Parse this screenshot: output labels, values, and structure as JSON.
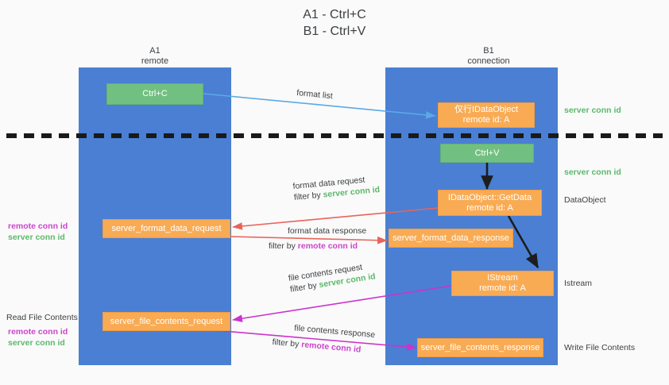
{
  "title": {
    "line1": "A1 - Ctrl+C",
    "line2": "B1 - Ctrl+V"
  },
  "columns": [
    {
      "name": "A1",
      "sub": "remote"
    },
    {
      "name": "B1",
      "sub": "connection"
    }
  ],
  "colors": {
    "lane": "#4a7fd4",
    "green_box": "#72c081",
    "orange_box": "#f9ab54",
    "server_conn_id": "#5cb86c",
    "remote_conn_id": "#cc44cc",
    "red_arrow": "#e8645a",
    "magenta_arrow": "#cc33cc",
    "blue_arrow": "#5aa9e6",
    "dark_arrow": "#222222",
    "divider": "#1a1a1a"
  },
  "nodes": {
    "ctrl_c": {
      "label": "Ctrl+C"
    },
    "ctrl_v": {
      "label": "Ctrl+V"
    },
    "idataobject": {
      "line1": "仅行IDataObject",
      "line2": "remote id: A"
    },
    "getdata": {
      "line1": "IDataObject::GetData",
      "line2": "remote id: A"
    },
    "istream": {
      "line1": "IStream",
      "line2": "remote id: A"
    },
    "server_format_data_request": {
      "label": "server_format_data_request"
    },
    "server_format_data_response": {
      "label": "server_format_data_response"
    },
    "server_file_contents_request": {
      "label": "server_file_contents_request"
    },
    "server_file_contents_response": {
      "label": "server_file_contents_response"
    }
  },
  "edges": {
    "format_list": {
      "label": "format list"
    },
    "format_data_request": {
      "line1": "format data request",
      "filter_prefix": "filter by ",
      "filter_value": "server conn id"
    },
    "format_data_response": {
      "line1": "format data response",
      "filter_prefix": "filter by ",
      "filter_value": "remote conn id"
    },
    "file_contents_request": {
      "line1": "file contents request",
      "filter_prefix": "filter by ",
      "filter_value": "server conn id"
    },
    "file_contents_response": {
      "line1": "file contents response",
      "filter_prefix": "filter by ",
      "filter_value": "remote conn id"
    }
  },
  "right_labels": {
    "server_conn_id_top": "server conn id",
    "server_conn_id_mid": "server conn id",
    "dataobject": "DataObject",
    "istream": "Istream",
    "write_file_contents": "Write File Contents"
  },
  "left_labels": {
    "mid_remote": "remote conn id",
    "mid_server": "server conn id",
    "read_file_contents": "Read File Contents",
    "low_remote": "remote conn id",
    "low_server": "server conn id"
  }
}
